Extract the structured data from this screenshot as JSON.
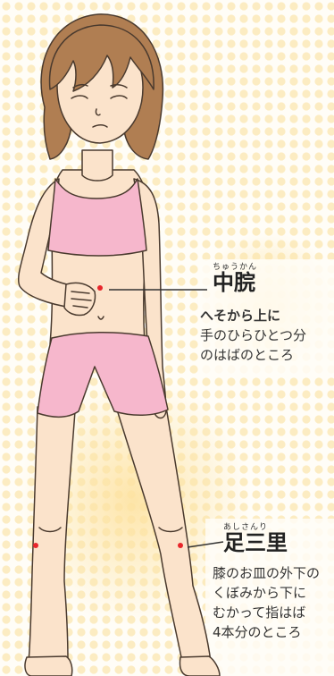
{
  "points": {
    "chukan": {
      "ruby": "ちゅうかん",
      "name": "中脘",
      "desc_lead": "へそから上に",
      "desc_lines": [
        "手のひらひとつ分",
        "のはばのところ"
      ]
    },
    "ashisanri": {
      "ruby": "あしさんり",
      "name": "足三里",
      "desc_lines": [
        "膝のお皿の外下の",
        "くぼみから下に",
        "むかって指はば",
        "4本分のところ"
      ]
    }
  },
  "colors": {
    "skin": "#fbe3cb",
    "hair": "#b07e52",
    "top": "#f6b7cc",
    "dot": "#e8262b",
    "bg_glow": "#fde7a8"
  },
  "icons": [
    "woman-illustration",
    "acupoint-dot"
  ]
}
